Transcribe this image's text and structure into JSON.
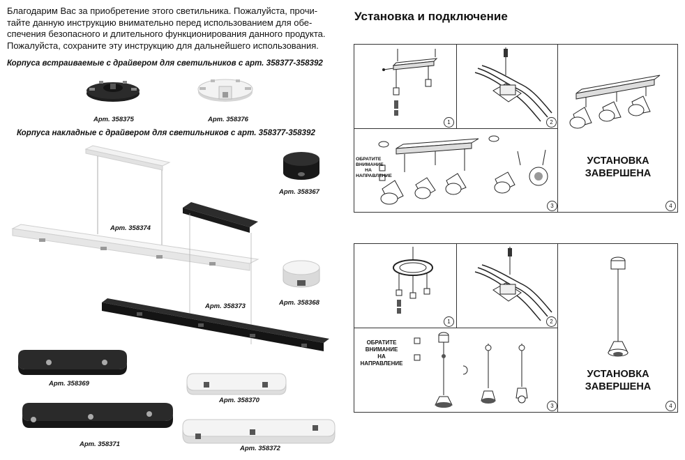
{
  "intro": {
    "lines": [
      "Благодарим Вас за приобретение этого светильника. Пожалуйста, прочи-",
      "тайте данную инструкцию внимательно перед использованием для обе-",
      "спечения безопасного и длительного функционирования данного продукта.",
      "Пожалуйста, сохраните эту инструкцию для дальнейшего использования."
    ]
  },
  "sections": {
    "recessed": "Корпуса встраиваемые с драйвером для светильников с арт. 358377-358392",
    "surface": "Корпуса накладные с драйвером для светильников с арт. 358377-358392"
  },
  "articles": {
    "a358375": "Арт. 358375",
    "a358376": "Арт. 358376",
    "a358367": "Арт. 358367",
    "a358374": "Арт. 358374",
    "a358373": "Арт. 358373",
    "a358368": "Арт. 358368",
    "a358369": "Арт. 358369",
    "a358370": "Арт. 358370",
    "a358371": "Арт. 358371",
    "a358372": "Арт. 358372"
  },
  "install": {
    "title": "Установка и подключение",
    "done_line1": "УСТАНОВКА",
    "done_line2": "ЗАВЕРШЕНА",
    "attention": [
      "ОБРАТИТЕ",
      "ВНИМАНИЕ",
      "НА",
      "НАПРАВЛЕНИЕ"
    ],
    "steps": [
      "1",
      "2",
      "3",
      "4"
    ]
  }
}
